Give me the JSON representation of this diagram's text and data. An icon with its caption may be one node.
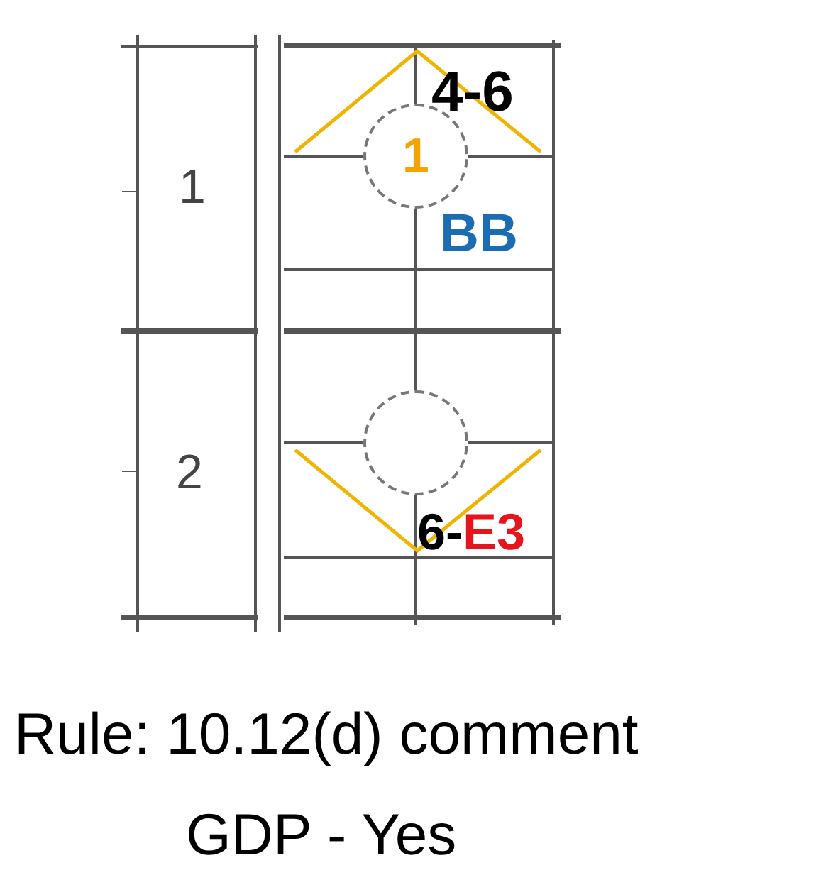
{
  "diagram": {
    "nodes": [
      {
        "text": [
          "1"
        ]
      },
      {
        "text": [],
        "shape": "circle"
      }
    ],
    "edges": [],
    "labels": [
      "1",
      "4-6",
      "BB",
      "2",
      "6-",
      "E3",
      "Rule: 10.12(d) comment",
      "GDP - Yes"
    ]
  }
}
